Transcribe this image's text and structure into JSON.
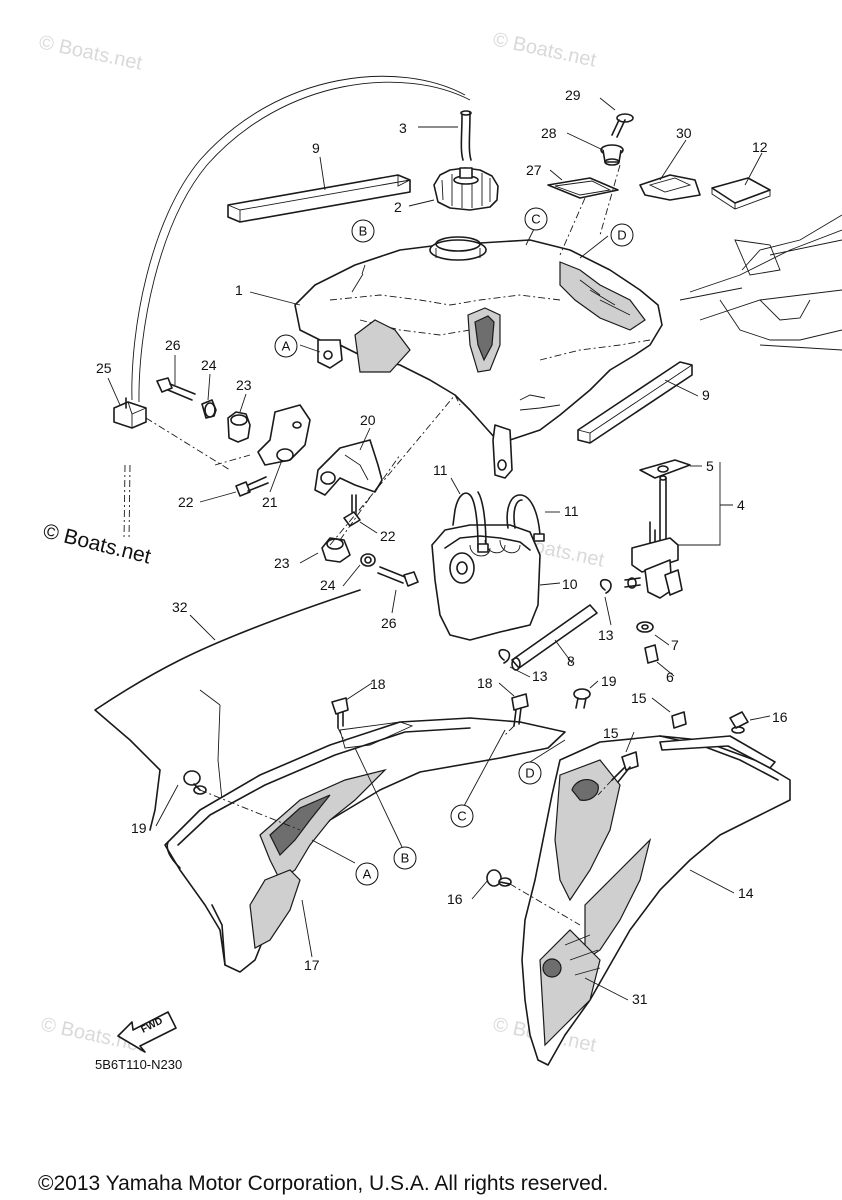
{
  "watermarks": [
    "© Boats.net",
    "© Boats.net",
    "© Boats.net",
    "© Boats.net",
    "© Boats.net"
  ],
  "side_watermark": "© Boats.net",
  "fwd_label": "FWD",
  "drawing_code": "5B6T110-N230",
  "copyright": "©2013 Yamaha Motor Corporation, U.S.A. All rights reserved.",
  "callouts": [
    "29",
    "3",
    "28",
    "30",
    "12",
    "9",
    "27",
    "2",
    "1",
    "26",
    "24",
    "25",
    "23",
    "22",
    "21",
    "20",
    "9",
    "5",
    "4",
    "11",
    "11",
    "10",
    "22",
    "23",
    "24",
    "26",
    "32",
    "7",
    "13",
    "8",
    "13",
    "6",
    "18",
    "18",
    "19",
    "15",
    "16",
    "15",
    "19",
    "17",
    "16",
    "14",
    "31"
  ],
  "reference_letters": [
    "B",
    "C",
    "D",
    "A",
    "A",
    "B",
    "C",
    "D"
  ]
}
